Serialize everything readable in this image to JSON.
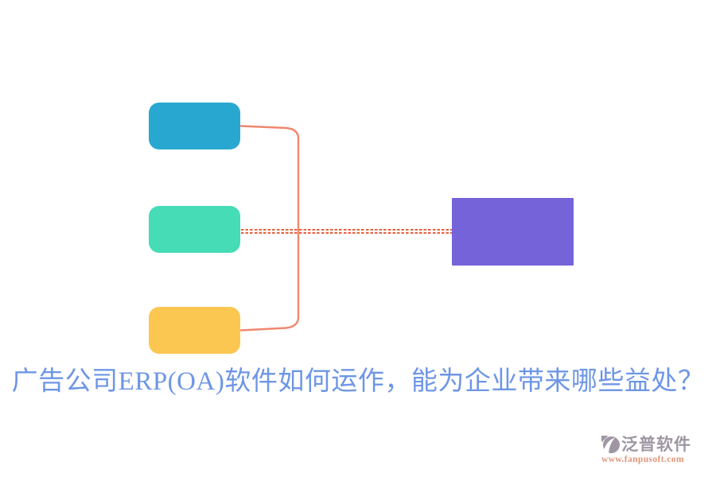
{
  "title": {
    "text": "广告公司ERP(OA)软件如何运作，能为企业带来哪些益处？",
    "color": "#6e96e5"
  },
  "diagram": {
    "left_boxes": [
      {
        "name": "top",
        "color": "#28a8d0"
      },
      {
        "name": "middle",
        "color": "#45dcb6"
      },
      {
        "name": "bottom",
        "color": "#fbc751"
      }
    ],
    "right_box": {
      "color": "#7463d9"
    },
    "connectors": {
      "bracket_color": "#f0876f",
      "dashed_color": "#e8603f",
      "dashed_style": "double-dashed-horizontal"
    }
  },
  "watermark": {
    "brand": "泛普软件",
    "url": "www.fanpusoft.com",
    "brand_color": "#99919f",
    "icon_color": "#99919f",
    "url_color": "#de8f72"
  }
}
